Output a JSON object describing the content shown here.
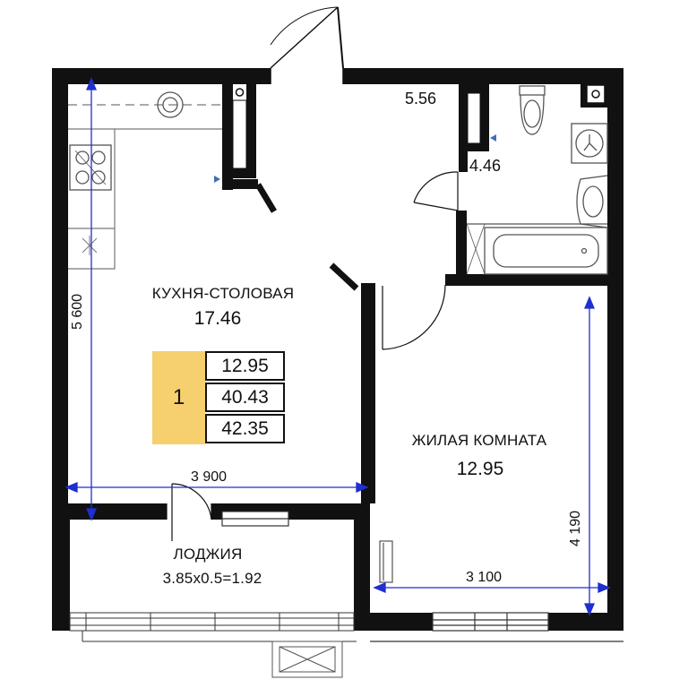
{
  "rooms": {
    "kitchen": {
      "name": "КУХНЯ-СТОЛОВАЯ",
      "area": "17.46"
    },
    "living": {
      "name": "ЖИЛАЯ КОМНАТА",
      "area": "12.95"
    },
    "loggia": {
      "name": "ЛОДЖИЯ",
      "area": "3.85x0.5=1.92"
    },
    "hall": {
      "area": "5.56"
    },
    "bathroom": {
      "area": "4.46"
    }
  },
  "summary": {
    "room_count": "1",
    "living_area": "12.95",
    "total_area": "40.43",
    "total_with_loggia": "42.35"
  },
  "dimensions": {
    "kitchen_width": "3 900",
    "kitchen_length": "5 600",
    "living_width": "3 100",
    "living_length": "4 190"
  },
  "colors": {
    "wall": "#111111",
    "dimension_line": "#1f2fd0",
    "summary_fill": "#f6cf6e",
    "riser_marker": "#3f6fb5",
    "fixture_line": "#666666"
  },
  "fixtures": [
    "stove-icon",
    "sink-icon",
    "toilet-icon",
    "washbasin-icon",
    "bathtub-icon",
    "washing-machine-icon",
    "radiator-icon",
    "ventilation-shaft-icon"
  ]
}
